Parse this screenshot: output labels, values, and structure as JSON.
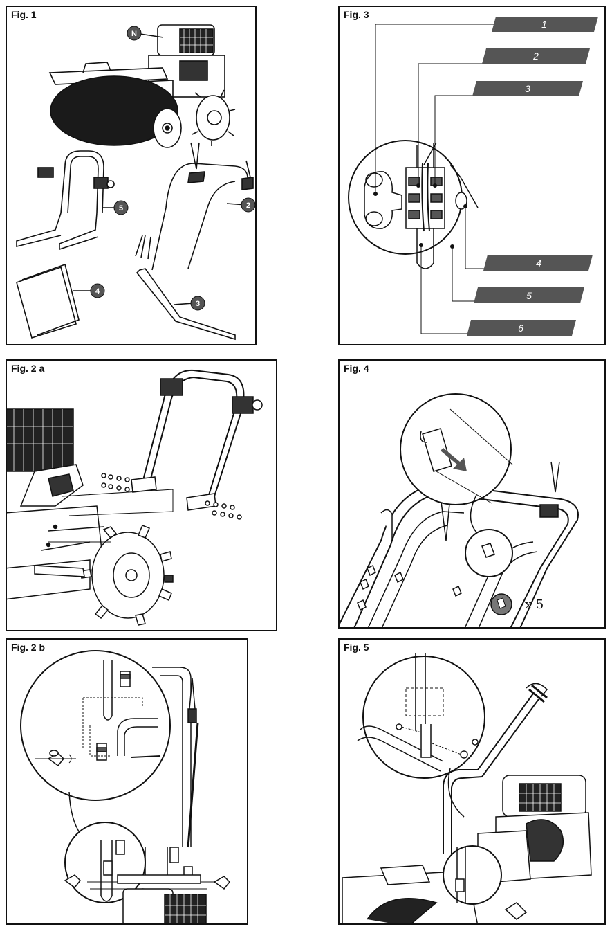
{
  "figures": {
    "fig1": {
      "title": "Fig. 1",
      "callouts": [
        "N",
        "5",
        "2",
        "4",
        "3"
      ]
    },
    "fig3": {
      "title": "Fig. 3",
      "labels": [
        "1",
        "2",
        "3",
        "4",
        "5",
        "6"
      ]
    },
    "fig2a": {
      "title": "Fig. 2 a"
    },
    "fig4": {
      "title": "Fig. 4",
      "count": "x 5"
    },
    "fig2b": {
      "title": "Fig. 2 b"
    },
    "fig5": {
      "title": "Fig. 5"
    }
  }
}
